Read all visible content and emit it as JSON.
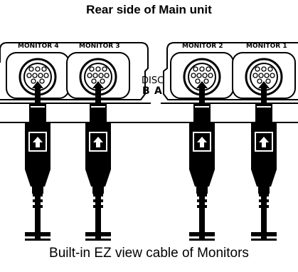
{
  "title": "Rear side of Main unit",
  "monitors": [
    {
      "label": "MONITOR 4"
    },
    {
      "label": "MONITOR 3"
    },
    {
      "label": "MONITOR 2"
    },
    {
      "label": "MONITOR 1"
    }
  ],
  "disc": {
    "label": "DISC",
    "b": "B",
    "a": "A"
  },
  "caption": "Built-in EZ view cable of Monitors"
}
